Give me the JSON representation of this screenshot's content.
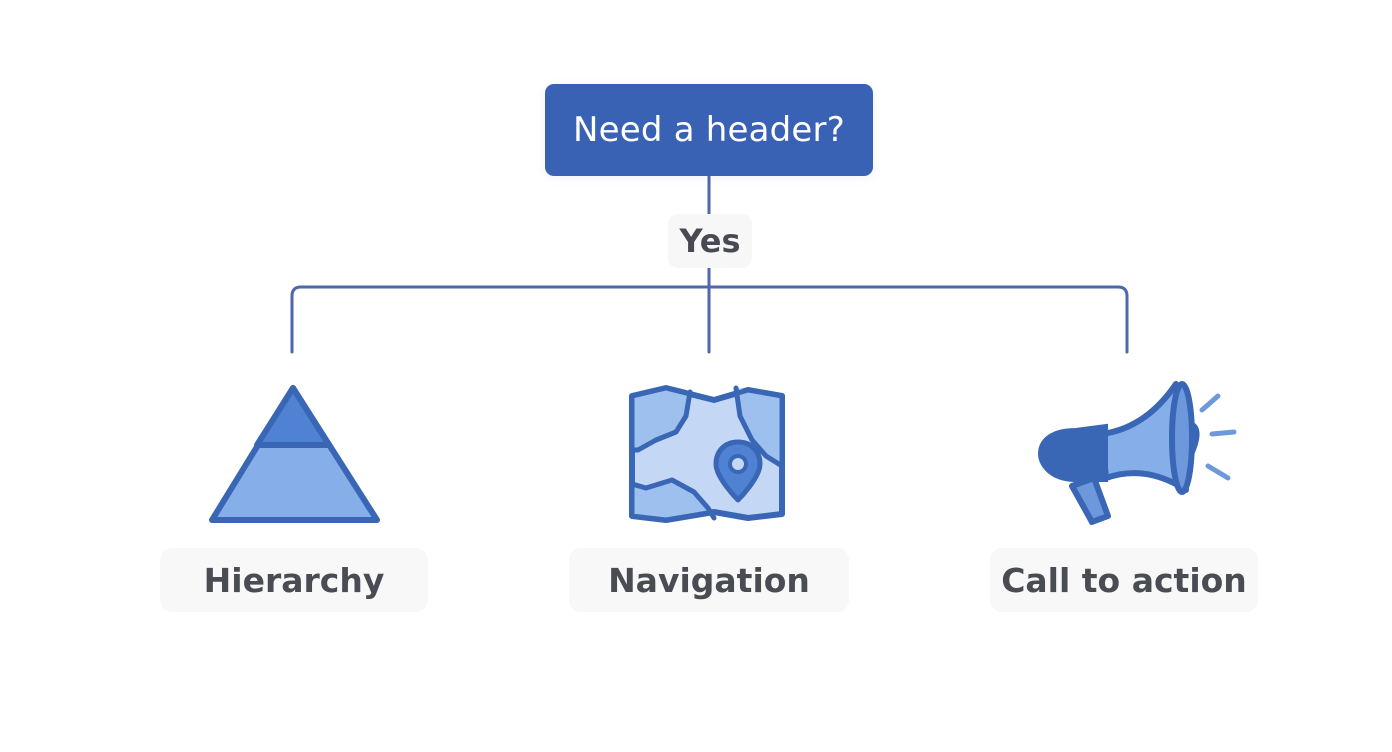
{
  "diagram": {
    "root": {
      "label": "Need a header?"
    },
    "branch_label": "Yes",
    "children": [
      {
        "label": "Hierarchy",
        "icon": "pyramid-icon"
      },
      {
        "label": "Navigation",
        "icon": "map-pin-icon"
      },
      {
        "label": "Call to action",
        "icon": "megaphone-icon"
      }
    ]
  },
  "colors": {
    "primary": "#3a62b4",
    "connector": "#4f67ad",
    "icon_stroke": "#3a66b6",
    "icon_fill_light": "#86aee8",
    "icon_fill_mid": "#4f82d2",
    "label_text": "#4a4c54",
    "pill_bg": "#f8f8f9"
  }
}
